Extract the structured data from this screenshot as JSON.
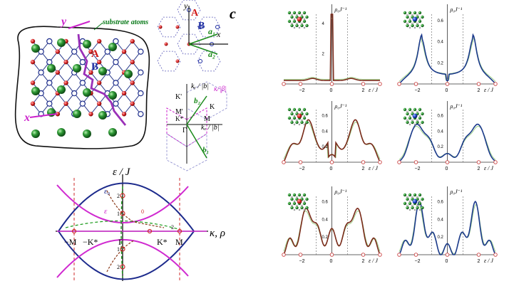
{
  "figure_a": {
    "y_axis": "y",
    "x_axis": "x",
    "site_A": "A",
    "site_B": "B",
    "substrate_label": "substrate atoms"
  },
  "figure_b": {
    "y_axis": "y",
    "x_axis": "x",
    "site_A": "A",
    "site_B": "B",
    "vec_a1": "a₁",
    "vec_a2": "a₂",
    "letter": "c"
  },
  "figure_c": {
    "ky_label": "kᵧ / |b|",
    "kappa_label": "κ/|β|",
    "kx_label": "kₓ / |b|",
    "b1": "b₁",
    "b2": "b₂",
    "K_prime": "K'",
    "M_prime": "M'",
    "K_star": "K*",
    "M_label": "M",
    "K_label": "K",
    "Gamma_label": "Γ"
  },
  "dispersion": {
    "ylabel": "ε / J",
    "xlabel": "κ, ρ",
    "eps0": "ε₀",
    "eps_label": "ε",
    "ticks_x": [
      "−M",
      "−K*",
      "Γ",
      "K*",
      "M"
    ],
    "ticks_y": [
      "2",
      "1",
      "0",
      "1",
      "2",
      "2"
    ]
  },
  "dos_panels": {
    "ylabel": "ρ₀J⁻¹",
    "xlabel": "ε / J",
    "x_ticks": [
      "−2",
      "0",
      "2"
    ],
    "y_ticks_top_left": [
      "2",
      "4"
    ],
    "y_ticks_std": [
      "0.2",
      "0.4",
      "0.6"
    ],
    "colors": {
      "brown": "#7a2a1a",
      "blue": "#1c3a8c",
      "light": "#9ed08a"
    }
  }
}
